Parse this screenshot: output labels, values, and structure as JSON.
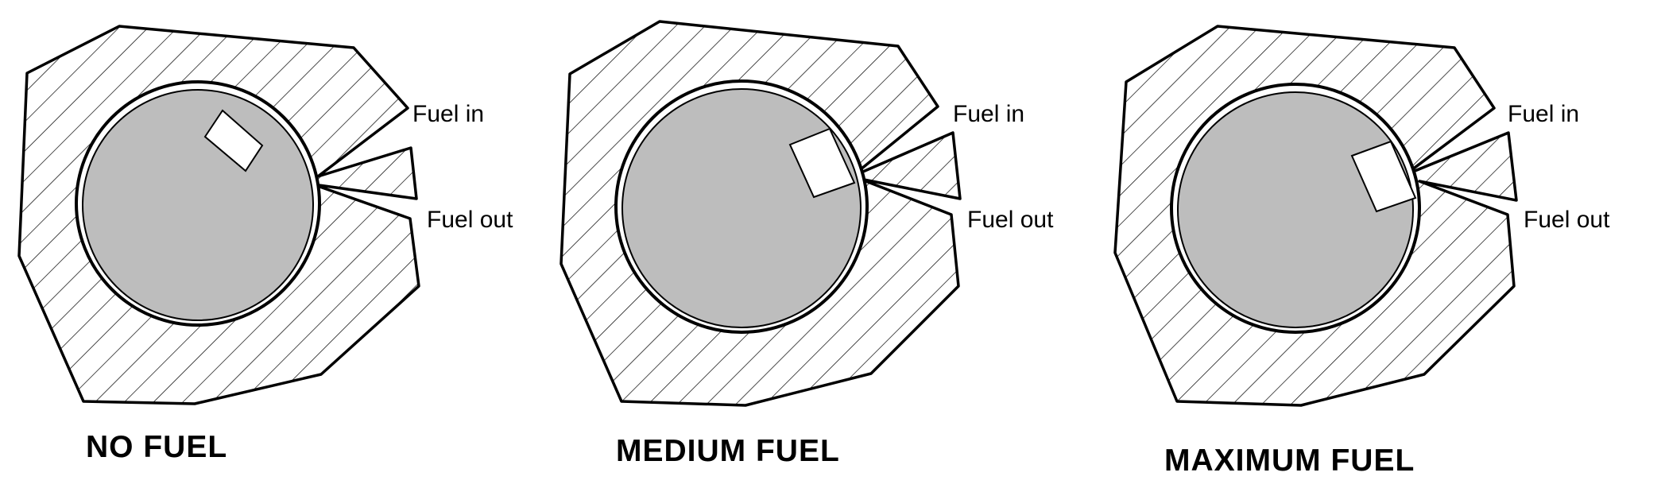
{
  "colors": {
    "outline": "#000000",
    "rotor_fill": "#bdbdbd",
    "hatch": "#000000",
    "background": "#ffffff"
  },
  "panels": [
    {
      "caption": "NO FUEL",
      "inlet_label": "Fuel in",
      "outlet_label": "Fuel out"
    },
    {
      "caption": "MEDIUM FUEL",
      "inlet_label": "Fuel in",
      "outlet_label": "Fuel out"
    },
    {
      "caption": "MAXIMUM FUEL",
      "inlet_label": "Fuel in",
      "outlet_label": "Fuel out"
    }
  ]
}
